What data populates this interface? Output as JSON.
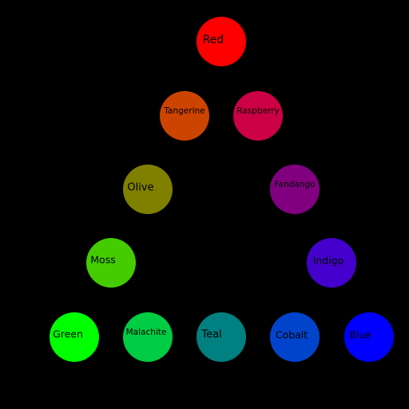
{
  "background": "#000000",
  "nodes": [
    {
      "id": "red",
      "label": "Red",
      "color": "#ff0000"
    },
    {
      "id": "tangerine",
      "label": "Tangerine",
      "color": "#cc4400"
    },
    {
      "id": "raspberry",
      "label": "Raspberry",
      "color": "#cc0044"
    },
    {
      "id": "olive",
      "label": "Olive",
      "color": "#808000"
    },
    {
      "id": "fandango",
      "label": "Fandango",
      "color": "#800080"
    },
    {
      "id": "moss",
      "label": "Moss",
      "color": "#44cc00"
    },
    {
      "id": "indigo",
      "label": "Indigo",
      "color": "#4400cc"
    },
    {
      "id": "green",
      "label": "Green",
      "color": "#00ff00"
    },
    {
      "id": "malachite",
      "label": "Malachite",
      "color": "#00cc44"
    },
    {
      "id": "teal",
      "label": "Teal",
      "color": "#008080"
    },
    {
      "id": "cobalt",
      "label": "Cobalt",
      "color": "#0044cc"
    },
    {
      "id": "blue",
      "label": "Blue",
      "color": "#0000ff"
    }
  ]
}
